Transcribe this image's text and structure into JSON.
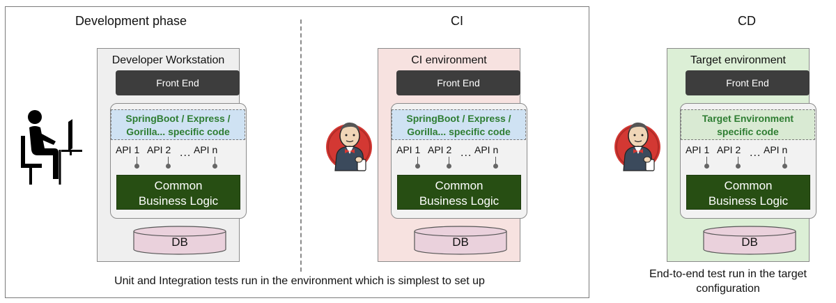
{
  "phases": {
    "dev": "Development phase",
    "ci": "CI",
    "cd": "CD"
  },
  "environments": {
    "dev": {
      "title": "Developer Workstation",
      "frontend": "Front End",
      "specific_line1": "SpringBoot / Express /",
      "specific_line2": "Gorilla... specific code",
      "api1": "API 1",
      "api2": "API 2",
      "dots": "...",
      "apin": "API n",
      "business_line1": "Common",
      "business_line2": "Business Logic",
      "db": "DB"
    },
    "ci": {
      "title": "CI environment",
      "frontend": "Front End",
      "specific_line1": "SpringBoot / Express /",
      "specific_line2": "Gorilla... specific code",
      "api1": "API 1",
      "api2": "API 2",
      "dots": "...",
      "apin": "API n",
      "business_line1": "Common",
      "business_line2": "Business Logic",
      "db": "DB"
    },
    "cd": {
      "title": "Target environment",
      "frontend": "Front End",
      "specific_line1": "Target Environment",
      "specific_line2": "specific code",
      "api1": "API 1",
      "api2": "API 2",
      "dots": "...",
      "apin": "API n",
      "business_line1": "Common",
      "business_line2": "Business Logic",
      "db": "DB"
    }
  },
  "captions": {
    "left": "Unit and Integration tests run in the environment which is simplest to set up",
    "right_line1": "End-to-end test run in the target",
    "right_line2": "configuration"
  },
  "icons": {
    "developer": "developer-at-desk-icon",
    "ci_server": "jenkins-butler-icon",
    "cd_server": "jenkins-butler-icon"
  },
  "colors": {
    "dev_env_bg": "#efefef",
    "ci_env_bg": "#f7e2e0",
    "cd_env_bg": "#dcefd6",
    "frontend_bg": "#3d3d3d",
    "business_bg": "#274e13",
    "specific_text": "#2e7d32",
    "db_fill": "#ead1dc"
  }
}
